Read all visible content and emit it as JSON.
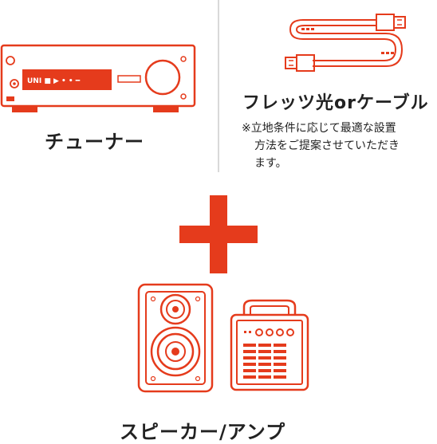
{
  "colors": {
    "accent": "#e53b1c",
    "text": "#222222",
    "divider": "#d9d9d9"
  },
  "tuner": {
    "icon": "tuner-icon",
    "display_text": "UNI ■ ▶ • • ━",
    "label": "チューナー"
  },
  "fiber": {
    "icon": "cable-icon",
    "label": "フレッツ光orケーブル",
    "note_lines": [
      "※立地条件に応じて最適な設置",
      "方法をご提案させていただき",
      "ます。"
    ]
  },
  "plus_icon": "plus-icon",
  "speaker": {
    "icons": [
      "speaker-icon",
      "amplifier-icon"
    ],
    "label": "スピーカー/アンプ"
  }
}
